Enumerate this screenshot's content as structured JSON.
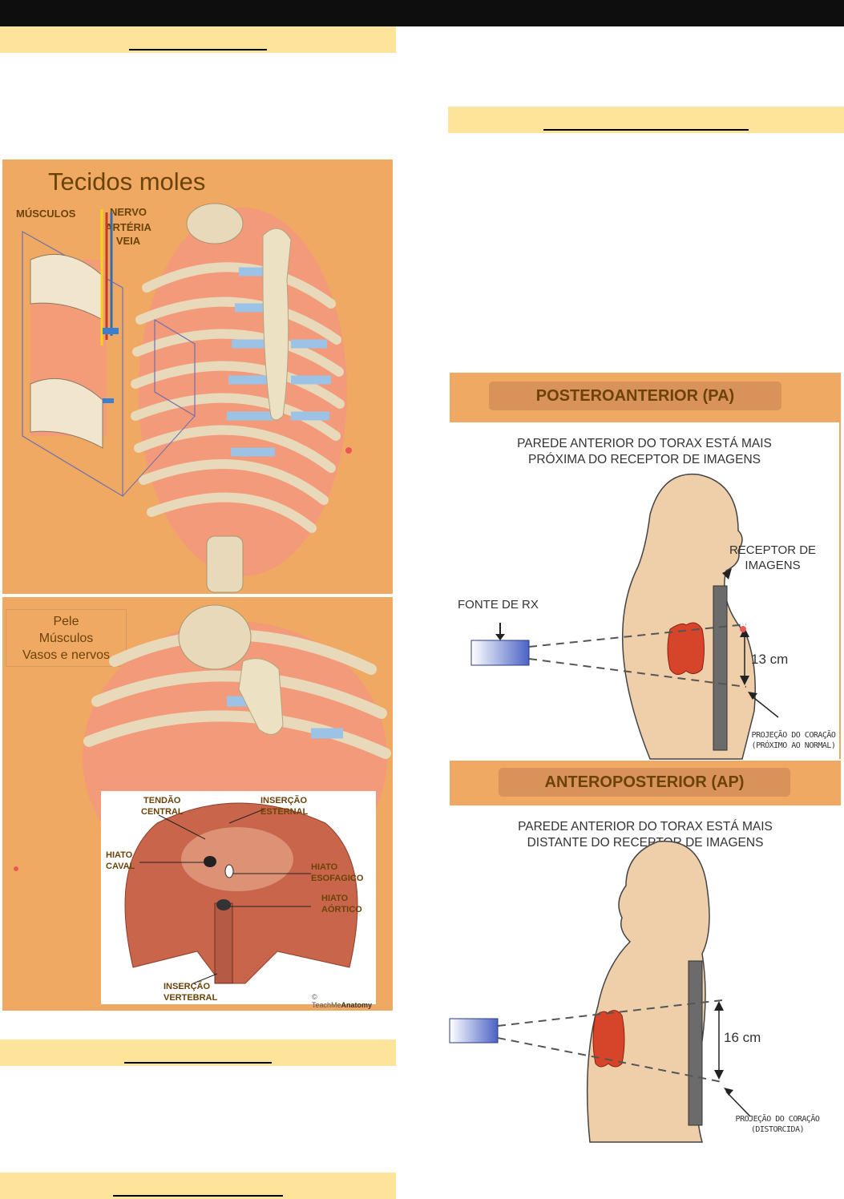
{
  "document": {
    "headings": [
      {
        "id": "left-1",
        "text": ""
      },
      {
        "id": "right-1",
        "text": ""
      },
      {
        "id": "left-2",
        "text": ""
      },
      {
        "id": "left-3",
        "text": ""
      }
    ],
    "colors": {
      "heading_bar": "#fee49a",
      "panel_orange": "#f0a962",
      "label_brown": "#6b4309",
      "top_bar": "#0e0e0e"
    }
  },
  "figure_soft_tissue": {
    "title": "Tecidos moles",
    "label_muscles": "MÚSCULOS",
    "label_nerve": "NERVO",
    "label_artery": "ARTÉRIA",
    "label_vein": "VEIA"
  },
  "figure_layers": {
    "items": [
      "Pele",
      "Músculos",
      "Vasos e nervos"
    ]
  },
  "figure_diaphragm": {
    "labels": {
      "central_tendon": [
        "TENDÃO",
        "CENTRAL"
      ],
      "sternal_insertion": [
        "INSERÇÃO",
        "ESTERNAL"
      ],
      "caval_hiatus": [
        "HIATO",
        "CAVAL"
      ],
      "esophageal_hiatus": [
        "HIATO",
        "ESOFAGICO"
      ],
      "aortic_hiatus": [
        "HIATO",
        "AÓRTICO"
      ],
      "vertebral_insertion": [
        "INSERÇÃO",
        "VERTEBRAL"
      ]
    },
    "credit_prefix": "TeachMe",
    "credit_bold": "Anatomy"
  },
  "projection_pa": {
    "title": "POSTEROANTERIOR (PA)",
    "caption": [
      "PAREDE ANTERIOR DO TORAX ESTÁ MAIS",
      "PRÓXIMA  DO RECEPTOR DE IMAGENS"
    ],
    "receptor_label": [
      "RECEPTOR DE",
      "IMAGENS"
    ],
    "source_label": "FONTE DE RX",
    "measurement": "13 cm",
    "projection_note": [
      "PROJEÇÃO DO CORAÇÃO",
      "(PRÓXIMO AO NORMAL)"
    ]
  },
  "projection_ap": {
    "title": "ANTEROPOSTERIOR (AP)",
    "caption": [
      "PAREDE ANTERIOR DO TORAX ESTÁ MAIS",
      "DISTANTE  DO RECEPTOR DE IMAGENS"
    ],
    "measurement": "16 cm",
    "projection_note": [
      "PROJEÇÃO DO CORAÇÃO",
      "(DISTORCIDA)"
    ]
  }
}
